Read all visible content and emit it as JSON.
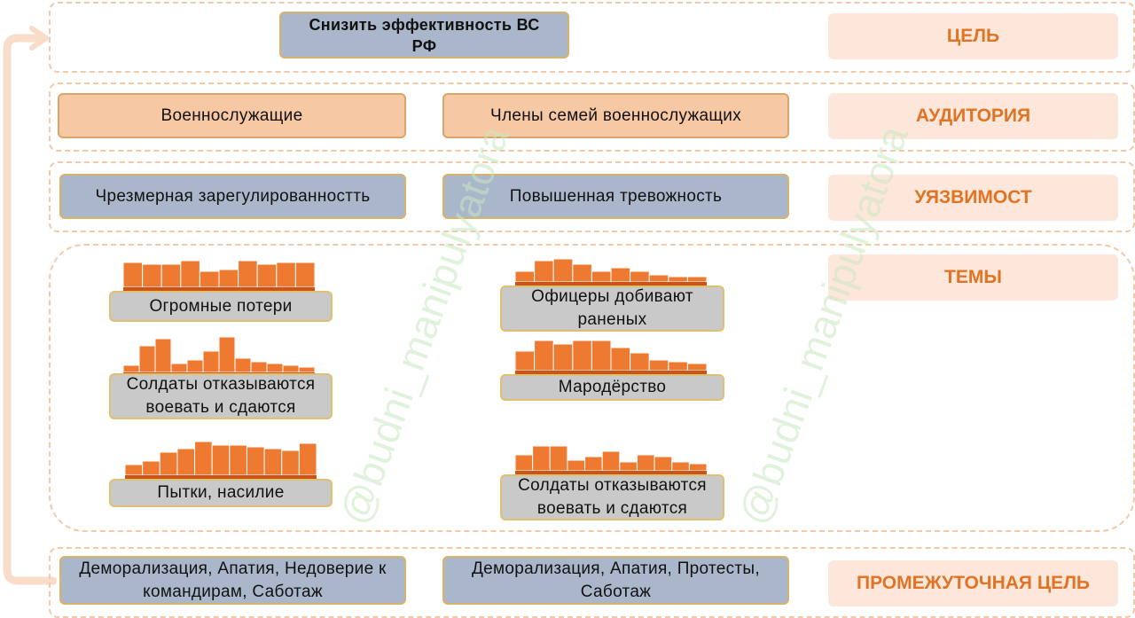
{
  "goal": {
    "text": "Снизить эффективность ВС РФ",
    "label": "ЦЕЛЬ"
  },
  "audience": {
    "label": "АУДИТОРИЯ",
    "items": [
      "Военнослужащие",
      "Члены семей военнослужащих"
    ]
  },
  "vulnerability": {
    "label": "УЯЗВИМОСТ",
    "items": [
      "Чрезмерная зарегулированностть",
      "Повышенная тревожность"
    ]
  },
  "themes": {
    "label": "ТЕМЫ",
    "items": [
      {
        "text": "Огромные потери",
        "heights": [
          28,
          26,
          26,
          30,
          18,
          20,
          30,
          26,
          28,
          28
        ]
      },
      {
        "text": "Солдаты отказываются воевать и сдаются",
        "heights": [
          8,
          30,
          38,
          10,
          14,
          24,
          40,
          16,
          12,
          10,
          8,
          6
        ]
      },
      {
        "text": "Пытки, насилие",
        "heights": [
          12,
          16,
          26,
          30,
          38,
          34,
          34,
          32,
          30,
          28,
          36
        ]
      },
      {
        "text": "Офицеры добивают раненых",
        "heights": [
          12,
          24,
          26,
          20,
          12,
          16,
          12,
          8,
          6,
          6
        ]
      },
      {
        "text": "Мародёрство",
        "heights": [
          22,
          34,
          30,
          34,
          34,
          26,
          20,
          12,
          10,
          8
        ]
      },
      {
        "text": "Солдаты отказываются воевать и сдаются",
        "heights": [
          18,
          28,
          28,
          12,
          16,
          22,
          10,
          18,
          16,
          10,
          8
        ]
      }
    ]
  },
  "intermediate": {
    "label": "ПРОМЕЖУТОЧНАЯ ЦЕЛЬ",
    "items": [
      "Деморализация, Апатия, Недоверие к командирам, Саботаж",
      "Деморализация, Апатия, Протесты, Саботаж"
    ]
  },
  "watermark": "@budni_manipulyatora",
  "colors": {
    "accent": "#e07424",
    "bar": "#ee7a32",
    "dash": "#f2c9a8"
  }
}
